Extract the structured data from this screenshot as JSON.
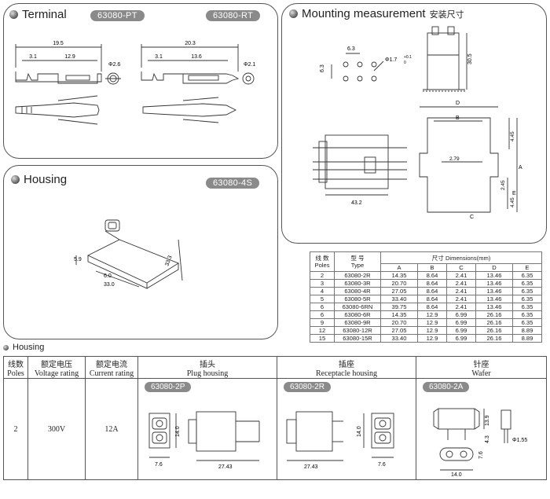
{
  "terminal": {
    "title": "Terminal",
    "pt_label": "63080-PT",
    "rt_label": "63080-RT",
    "pt_dims": {
      "overall": "19.5",
      "left": "3.1",
      "mid": "12.9",
      "dia": "Φ2.6"
    },
    "rt_dims": {
      "overall": "20.3",
      "left": "3.1",
      "mid": "13.6",
      "dia": "Φ2.1"
    }
  },
  "housing_panel": {
    "title": "Housing",
    "label": "63080-4S",
    "dims": {
      "h": "5.9",
      "w1": "6.0",
      "w2": "33.0",
      "d": "33.3"
    }
  },
  "mounting": {
    "title": "Mounting measurement",
    "title_cn": "安装尺寸",
    "dims": {
      "pitch": "6.3",
      "pitch_v": "6.3",
      "hole": "Φ1.7",
      "tol_plus": "+0.1",
      "tol_minus": "0",
      "height": "30.5",
      "length": "43.2",
      "D": "D",
      "B": "B",
      "A": "A",
      "C": "C",
      "E": "E",
      "v445a": "4.45",
      "v279": "2.79",
      "v245": "2.45",
      "v445b": "4.45"
    }
  },
  "dim_table": {
    "h_poles_cn": "线 数",
    "h_poles": "Poles",
    "h_type_cn": "型 号",
    "h_type": "Type",
    "h_dims": "尺寸 Dimensions(mm)",
    "cols": [
      "A",
      "B",
      "C",
      "D",
      "E"
    ],
    "rows": [
      [
        "2",
        "63080-2R",
        "14.35",
        "8.64",
        "2.41",
        "13.46",
        "6.35"
      ],
      [
        "3",
        "63080-3R",
        "20.70",
        "8.64",
        "2.41",
        "13.46",
        "6.35"
      ],
      [
        "4",
        "63080-4R",
        "27.05",
        "8.64",
        "2.41",
        "13.46",
        "6.35"
      ],
      [
        "5",
        "63080-5R",
        "33.40",
        "8.64",
        "2.41",
        "13.46",
        "6.35"
      ],
      [
        "6",
        "63080-6RN",
        "39.75",
        "8.64",
        "2.41",
        "13.46",
        "6.35"
      ],
      [
        "6",
        "63080-6R",
        "14.35",
        "12.9",
        "6.99",
        "26.16",
        "6.35"
      ],
      [
        "9",
        "63080-9R",
        "20.70",
        "12.9",
        "6.99",
        "26.16",
        "6.35"
      ],
      [
        "12",
        "63080-12R",
        "27.05",
        "12.9",
        "6.99",
        "26.16",
        "8.89"
      ],
      [
        "15",
        "63080-15R",
        "33.40",
        "12.9",
        "6.99",
        "26.16",
        "8.89"
      ]
    ]
  },
  "housing_section": {
    "title": "Housing",
    "headers": {
      "poles_cn": "线数",
      "poles": "Poles",
      "voltage_cn": "额定电压",
      "voltage": "Voltage rating",
      "current_cn": "额定电流",
      "current": "Current rating",
      "plug_cn": "插头",
      "plug": "Plug housing",
      "receptacle_cn": "插座",
      "receptacle": "Receptacle housing",
      "wafer_cn": "针座",
      "wafer": "Wafer"
    },
    "row": {
      "poles": "2",
      "voltage": "300V",
      "current": "12A",
      "plug_label": "63080-2P",
      "receptacle_label": "63080-2R",
      "wafer_label": "63080-2A",
      "plug_dims": {
        "h": "14.0",
        "w": "7.6",
        "l": "27.43"
      },
      "rec_dims": {
        "l": "27.43",
        "h": "14.0",
        "w": "7.6"
      },
      "wafer_dims": {
        "h1": "13.9",
        "h2": "4.3",
        "dia": "Φ1.55",
        "w": "7.6",
        "l": "14.0"
      }
    }
  }
}
